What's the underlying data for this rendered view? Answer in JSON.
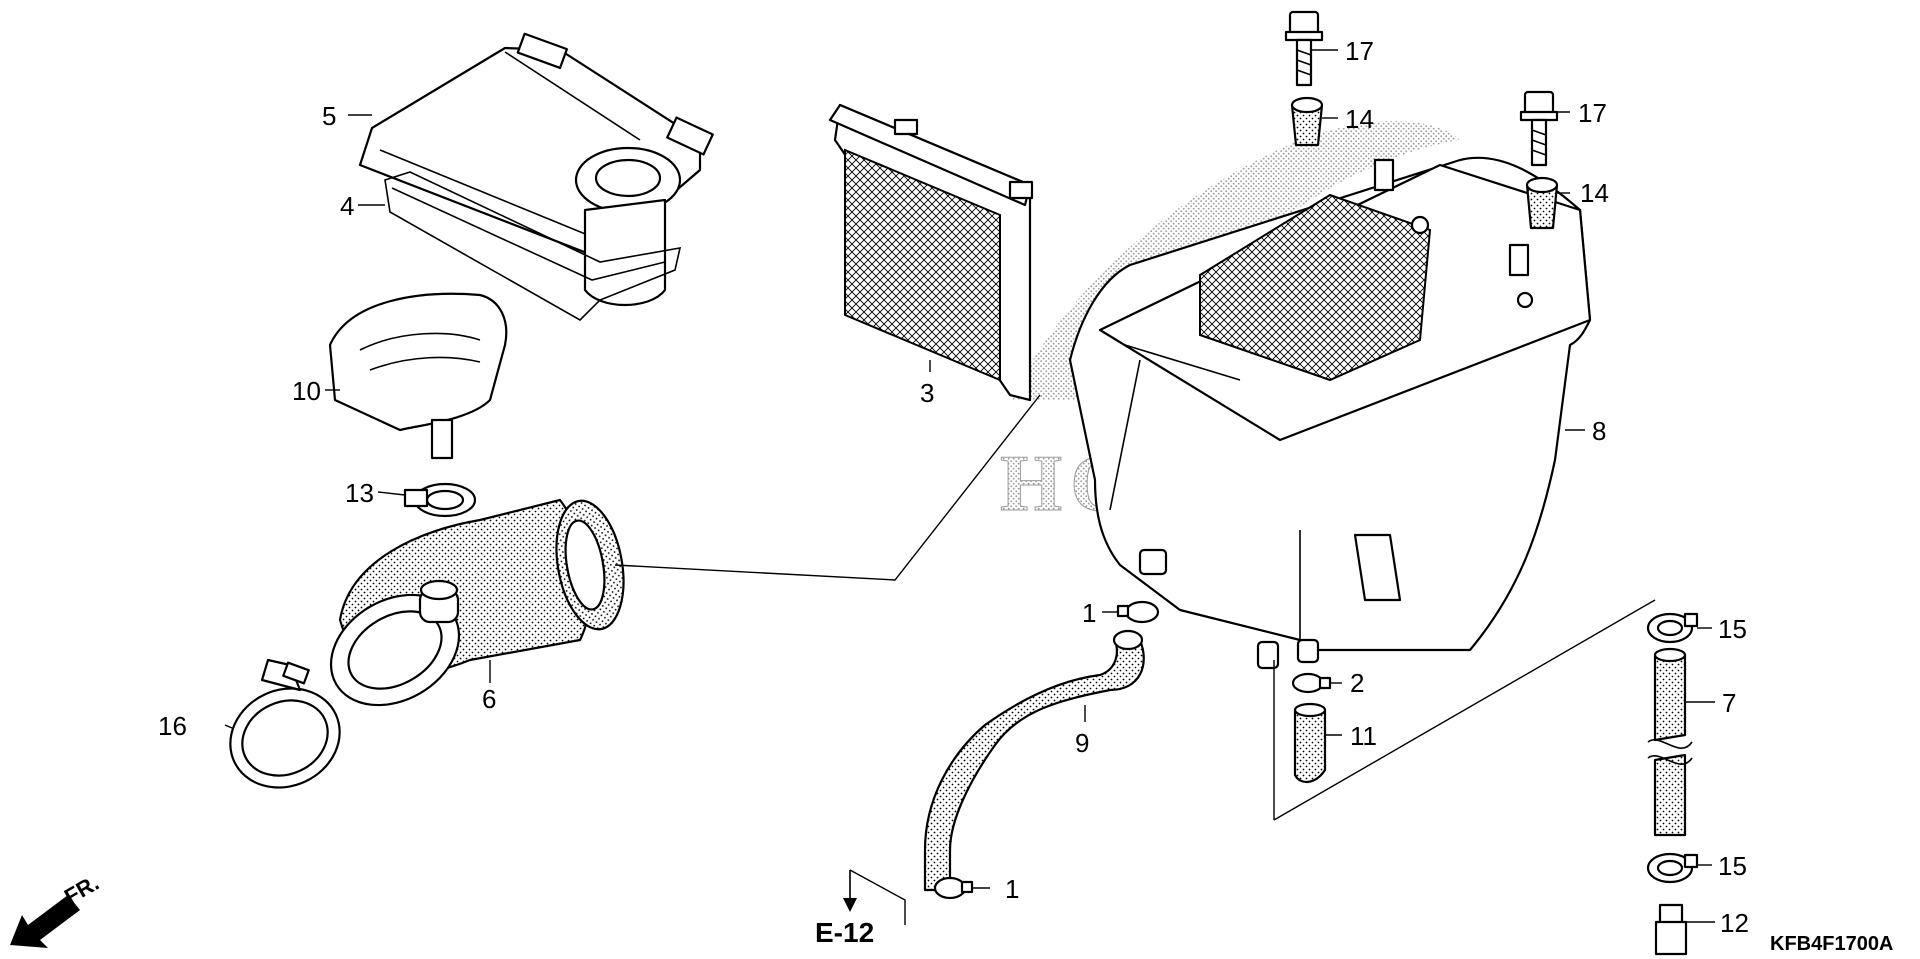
{
  "watermark": {
    "text": "HONDA",
    "color": "#b8b8b8"
  },
  "diagram_code": "KFB4F1700A",
  "reference": {
    "text": "E-12"
  },
  "front_indicator": {
    "text": "FR.",
    "icon": "arrow-down-left-icon"
  },
  "callouts": [
    {
      "id": "c1a",
      "text": "1"
    },
    {
      "id": "c1b",
      "text": "1"
    },
    {
      "id": "c2",
      "text": "2"
    },
    {
      "id": "c3",
      "text": "3"
    },
    {
      "id": "c4",
      "text": "4"
    },
    {
      "id": "c5",
      "text": "5"
    },
    {
      "id": "c6",
      "text": "6"
    },
    {
      "id": "c7",
      "text": "7"
    },
    {
      "id": "c8",
      "text": "8"
    },
    {
      "id": "c9",
      "text": "9"
    },
    {
      "id": "c10",
      "text": "10"
    },
    {
      "id": "c11",
      "text": "11"
    },
    {
      "id": "c12",
      "text": "12"
    },
    {
      "id": "c13",
      "text": "13"
    },
    {
      "id": "c14a",
      "text": "14"
    },
    {
      "id": "c14b",
      "text": "14"
    },
    {
      "id": "c15a",
      "text": "15"
    },
    {
      "id": "c15b",
      "text": "15"
    },
    {
      "id": "c16",
      "text": "16"
    },
    {
      "id": "c17a",
      "text": "17"
    },
    {
      "id": "c17b",
      "text": "17"
    }
  ]
}
